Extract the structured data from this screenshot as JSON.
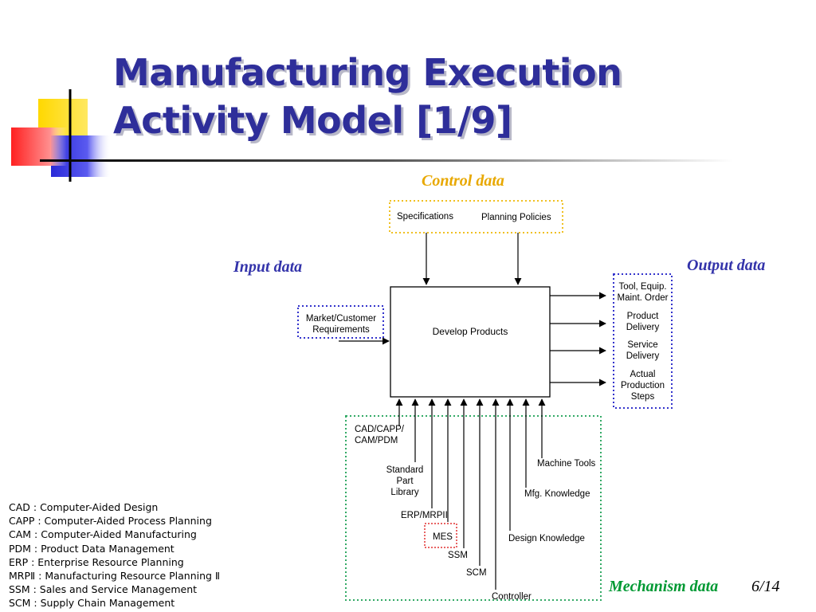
{
  "slide": {
    "title_line1": "Manufacturing Execution",
    "title_line2": "Activity Model [1/9]",
    "page": "6/14"
  },
  "labels": {
    "control": "Control data",
    "input": "Input data",
    "output": "Output data",
    "mechanism": "Mechanism data"
  },
  "controls": {
    "specifications": "Specifications",
    "planning_policies": "Planning Policies"
  },
  "input": {
    "market_line1": "Market/Customer",
    "market_line2": "Requirements"
  },
  "process": {
    "name": "Develop Products"
  },
  "outputs": {
    "tool_line1": "Tool, Equip.",
    "tool_line2": "Maint. Order",
    "product_line1": "Product",
    "product_line2": "Delivery",
    "service_line1": "Service",
    "service_line2": "Delivery",
    "actual_line1": "Actual",
    "actual_line2": "Production",
    "actual_line3": "Steps"
  },
  "mechanisms": {
    "cad_line1": "CAD/CAPP/",
    "cad_line2": "CAM/PDM",
    "std_line1": "Standard",
    "std_line2": "Part",
    "std_line3": "Library",
    "erp": "ERP/MRPII",
    "mes": "MES",
    "ssm": "SSM",
    "scm": "SCM",
    "controller": "Controller",
    "design_knowledge": "Design Knowledge",
    "mfg_knowledge": "Mfg. Knowledge",
    "machine_tools": "Machine Tools"
  },
  "abbreviations": [
    "CAD : Computer-Aided Design",
    "CAPP : Computer-Aided Process Planning",
    "CAM : Computer-Aided Manufacturing",
    "PDM : Product Data Management",
    "ERP : Enterprise Resource Planning",
    "MRPⅡ : Manufacturing Resource Planning Ⅱ",
    "SSM : Sales and Service Management",
    "SCM : Supply Chain Management"
  ],
  "colors": {
    "title": "#2e2e9a",
    "control_label": "#e8a800",
    "input_output_label": "#3333aa",
    "mechanism_label": "#009933",
    "control_border": "#f0c020",
    "input_output_border": "#3333cc",
    "mechanism_border": "#33aa66",
    "mes_border": "#e03030"
  }
}
